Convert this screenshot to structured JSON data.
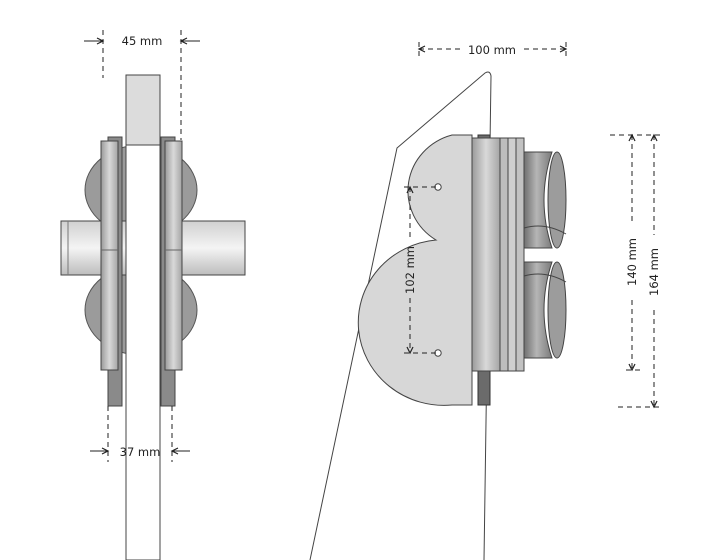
{
  "colors": {
    "background": "#ffffff",
    "outline": "#444444",
    "roller": "#8f8f8f",
    "roller_light": "#c8c8c8",
    "plate": "#d6d6d6",
    "dim_line": "#222222"
  },
  "dimensions": {
    "front_top_width": "45 mm",
    "front_bottom_width": "37 mm",
    "side_width": "100 mm",
    "hole_spacing": "102 mm",
    "inner_height": "140 mm",
    "outer_height": "164 mm"
  }
}
